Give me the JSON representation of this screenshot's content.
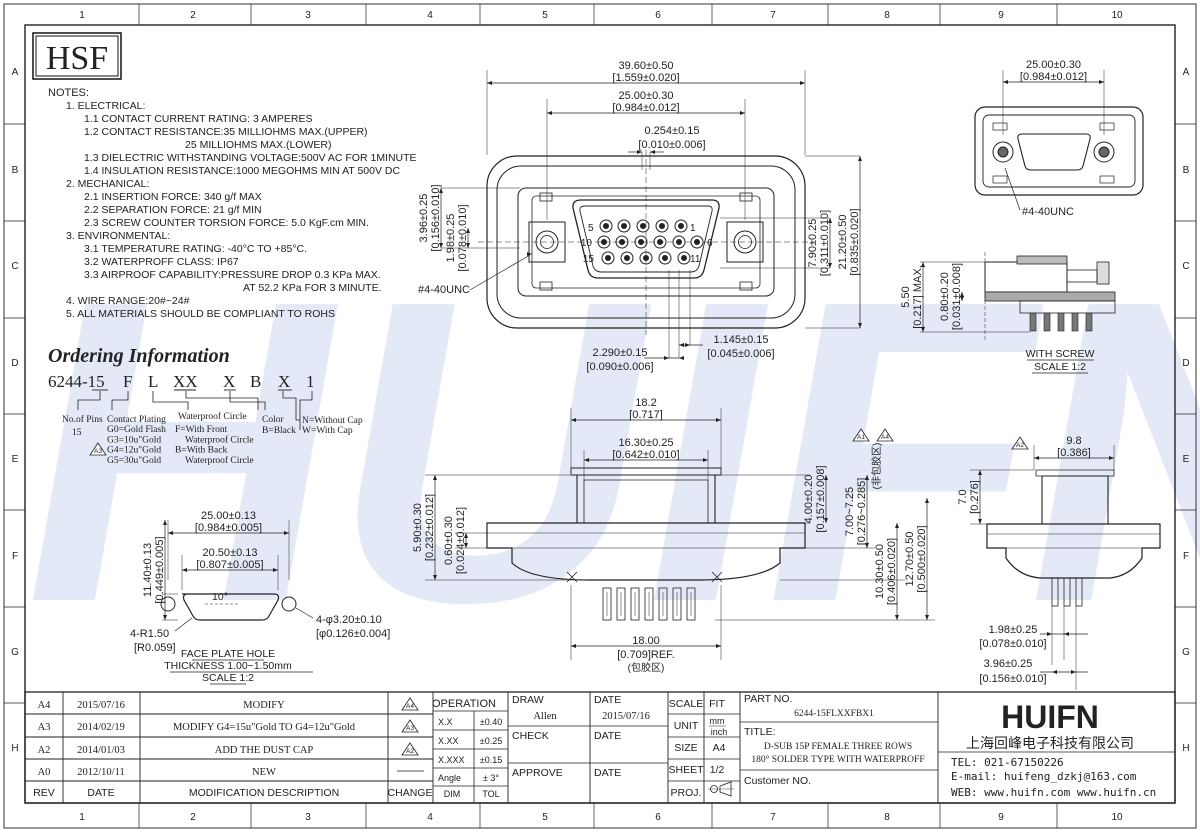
{
  "border": {
    "top_cols": [
      "1",
      "2",
      "3",
      "4",
      "5",
      "6",
      "7",
      "8",
      "9",
      "10"
    ],
    "rows": [
      "A",
      "B",
      "C",
      "D",
      "E",
      "F",
      "G",
      "H"
    ]
  },
  "logo_hsf": "HSF",
  "notes": {
    "title": "NOTES:",
    "lines": [
      "1. ELECTRICAL:",
      "1.1 CONTACT CURRENT RATING: 3 AMPERES",
      "1.2 CONTACT RESISTANCE:35 MILLIOHMS MAX.(UPPER)",
      "25 MILLIOHMS MAX.(LOWER)",
      "1.3 DIELECTRIC WITHSTANDING VOLTAGE:500V AC FOR 1MINUTE",
      "1.4 INSULATION RESISTANCE:1000 MEGOHMS MIN AT 500V DC",
      "2. MECHANICAL:",
      "2.1 INSERTION FORCE: 340 g/f MAX",
      "2.2 SEPARATION FORCE: 21 g/f MIN",
      "2.3 SCREW COUNTER TORSION FORCE: 5.0 KgF.cm MIN.",
      "3. ENVIRONMENTAL:",
      "3.1 TEMPERATURE RATING: -40°C TO +85°C.",
      "3.2 WATERPROFF CLASS: IP67",
      "3.3 AIRPROOF CAPABILITY:PRESSURE DROP 0.3 KPa MAX.",
      "AT 52.2 KPa FOR 3 MINUTE.",
      "4. WIRE RANGE:20#~24#",
      "5. ALL MATERIALS SHOULD BE COMPLIANT TO ROHS"
    ]
  },
  "ordering": {
    "title": "Ordering Information",
    "code": [
      "6244-15",
      "F",
      "L",
      "XX",
      "X",
      "B",
      "X",
      "1"
    ],
    "no_of_pins": "No.of Pins",
    "pins_value": "15",
    "contact_plating": "Contact Plating",
    "plating_opts": [
      "G0=Gold Flash",
      "G3=10u\"Gold",
      "G4=12u\"Gold",
      "G5=30u\"Gold"
    ],
    "waterproof": "Waterproof Circle",
    "waterproof_opts": [
      "F=With Front",
      "Waterproof Circle",
      "B=With Back",
      "Waterproof Circle"
    ],
    "color": "Color",
    "color_opt": "B=Black",
    "cap_opts": [
      "N=Without Cap",
      "W=With Cap"
    ]
  },
  "front_view": {
    "dims": {
      "overall_w": "39.60±0.50",
      "overall_w_in": "[1.559±0.020]",
      "holes": "25.00±0.30",
      "holes_in": "[0.984±0.012]",
      "pitch_small": "0.254±0.15",
      "pitch_small_in": "[0.010±0.006]",
      "h1": "3.96±0.25",
      "h1_in": "[0.156±0.010]",
      "h2": "1.98±0.25",
      "h2_in": "[0.078±0.010]",
      "shell_h": "7.90±0.25",
      "shell_h_in": "[0.311±0.010]",
      "overall_h": "21.20±0.50",
      "overall_h_in": "[0.835±0.020]",
      "pitch1": "1.145±0.15",
      "pitch1_in": "[0.045±0.006]",
      "pitch2": "2.290±0.15",
      "pitch2_in": "[0.090±0.006]"
    },
    "screw_label": "#4-40UNC",
    "pin_numbers": [
      "5",
      "1",
      "10",
      "6",
      "15",
      "11"
    ]
  },
  "top_right_view": {
    "dim": "25.00±0.30",
    "dim_in": "[0.984±0.012]",
    "screw_label": "#4-40UNC"
  },
  "side_view_screw": {
    "dim1": "5.50",
    "dim1_in": "[0.217] MAX.",
    "dim2": "0.80±0.20",
    "dim2_in": "[0.031±0.008]",
    "caption": "WITH SCREW",
    "scale": "SCALE 1:2"
  },
  "face_plate": {
    "d1": "25.00±0.13",
    "d1_in": "[0.984±0.005]",
    "d2": "20.50±0.13",
    "d2_in": "[0.807±0.005]",
    "d3": "11.40±0.13",
    "d3_in": "[0.449±0.005]",
    "angle": "10°",
    "radius": "4-R1.50",
    "radius_in": "[R0.059]",
    "holes": "4-φ3.20±0.10",
    "holes_in": "[φ0.126±0.004]",
    "caption": "FACE PLATE HOLE",
    "thickness": "THICKNESS 1.00~1.50mm",
    "scale": "SCALE 1:2"
  },
  "mid_view": {
    "top": "18.2",
    "top_in": "[0.717]",
    "inner": "16.30±0.25",
    "inner_in": "[0.642±0.010]",
    "h1": "4.00±0.20",
    "h1_in": "[0.157±0.008]",
    "h2": "7.00~7.25",
    "h2_in": "[0.276~0.285]",
    "h2_cn": "(非包胶区)",
    "left1": "5.90±0.30",
    "left1_in": "[0.232±0.012]",
    "left2": "0.60±0.30",
    "left2_in": "[0.024±0.012]",
    "right1": "10.30±0.50",
    "right1_in": "[0.406±0.020]",
    "right2": "12.70±0.50",
    "right2_in": "[0.500±0.020]",
    "bottom": "18.00",
    "bottom_in": "[0.709]REF.",
    "bottom_cn": "(包胶区)",
    "flags": [
      "A1",
      "A4"
    ]
  },
  "side_view_right": {
    "w": "9.8",
    "w_in": "[0.386]",
    "h": "7.0",
    "h_in": "[0.276]",
    "d1": "1.98±0.25",
    "d1_in": "[0.078±0.010]",
    "d2": "3.96±0.25",
    "d2_in": "[0.156±0.010]",
    "flag": "A2"
  },
  "revisions": {
    "rows": [
      {
        "rev": "A4",
        "date": "2015/07/16",
        "desc": "MODIFY",
        "mark": "A4"
      },
      {
        "rev": "A3",
        "date": "2014/02/19",
        "desc": "MODIFY G4=15u\"Gold TO G4=12u\"Gold",
        "mark": "A3"
      },
      {
        "rev": "A2",
        "date": "2014/01/03",
        "desc": "ADD THE  DUST CAP",
        "mark": "A2"
      },
      {
        "rev": "A0",
        "date": "2012/10/11",
        "desc": "NEW",
        "mark": ""
      }
    ],
    "headers": {
      "rev": "REV",
      "date": "DATE",
      "desc": "MODIFICATION DESCRIPTION",
      "change": "CHANGE"
    }
  },
  "tolerances": {
    "title": "OPERATION",
    "rows": [
      [
        "X.X",
        "±0.40"
      ],
      [
        "X.XX",
        "±0.25"
      ],
      [
        "X.XXX",
        "±0.15"
      ],
      [
        "Angle",
        "± 3°"
      ]
    ],
    "footer": [
      "DIM",
      "TOL"
    ]
  },
  "title_block": {
    "draw_label": "DRAW",
    "draw_name": "Allen",
    "draw_date_label": "DATE",
    "draw_date": "2015/07/16",
    "check_label": "CHECK",
    "check_date_label": "DATE",
    "approve_label": "APPROVE",
    "approve_date_label": "DATE",
    "scale_label": "SCALE",
    "scale_value": "FIT",
    "unit_label": "UNIT",
    "unit_value1": "mm",
    "unit_value2": "inch",
    "size_label": "SIZE",
    "size_value": "A4",
    "sheet_label": "SHEET",
    "sheet_value": "1/2",
    "proj_label": "PROJ.",
    "part_no_label": "PART NO.",
    "part_no": "6244-15FLXXFBX1",
    "title_label": "TITLE:",
    "title_line1": "D-SUB 15P FEMALE THREE ROWS",
    "title_line2": "180°  SOLDER TYPE WITH WATERPROFF",
    "customer_label": "Customer NO."
  },
  "company": {
    "logo": "HUIFN",
    "name_cn": "上海回峰电子科技有限公司",
    "tel": "TEL: 021-67150226",
    "email": "E-mail: huifeng_dzkj@163.com",
    "web": "WEB: www.huifn.com  www.huifn.cn"
  }
}
